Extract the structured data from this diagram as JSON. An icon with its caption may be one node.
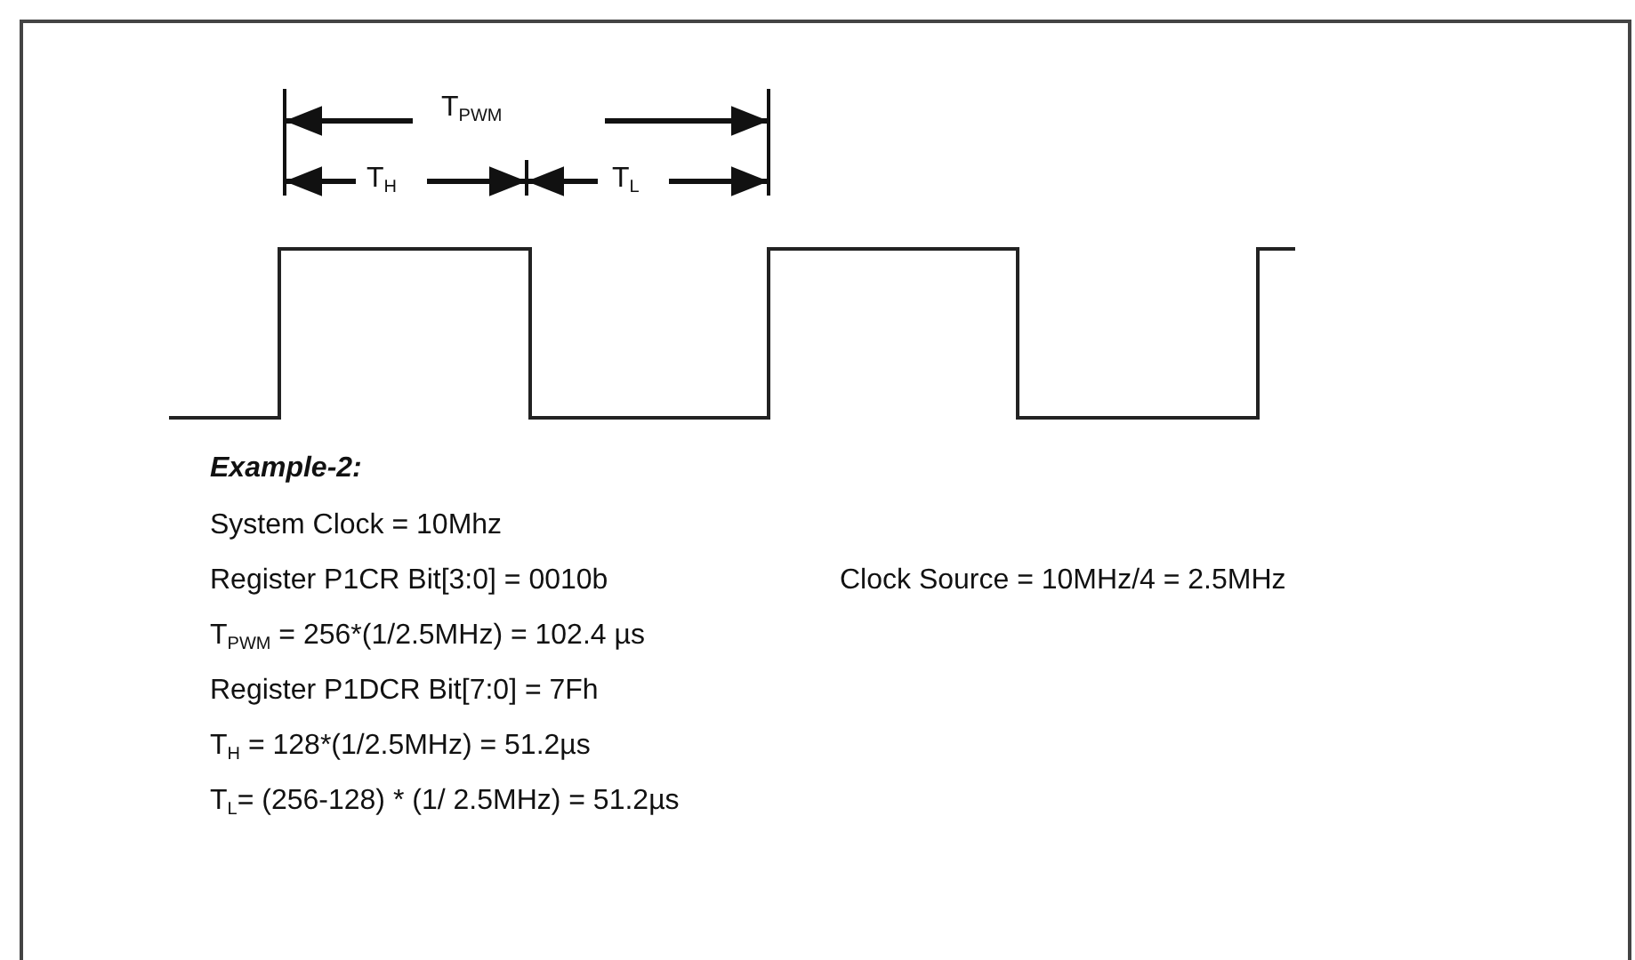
{
  "diagram": {
    "labels": [
      "T$_{PWM}$",
      "T$_{H}$",
      "T$_{L}$",
      "Example-2:",
      "System Clock = 10Mhz",
      "Register P1CR Bit[3:0] = 0010b",
      "Clock Source = 10MHz/4 = 2.5MHz",
      "T$_{PWM}$ = 256*(1/2.5MHz) = 102.4 µs",
      "Register P1DCR Bit[7:0] = 7Fh",
      "T$_{H}$ = 128*(1/2.5MHz) = 51.2µs",
      "T$_{L}$= (256-128) * (1/ 2.5MHz) = 51.2µs"
    ]
  }
}
